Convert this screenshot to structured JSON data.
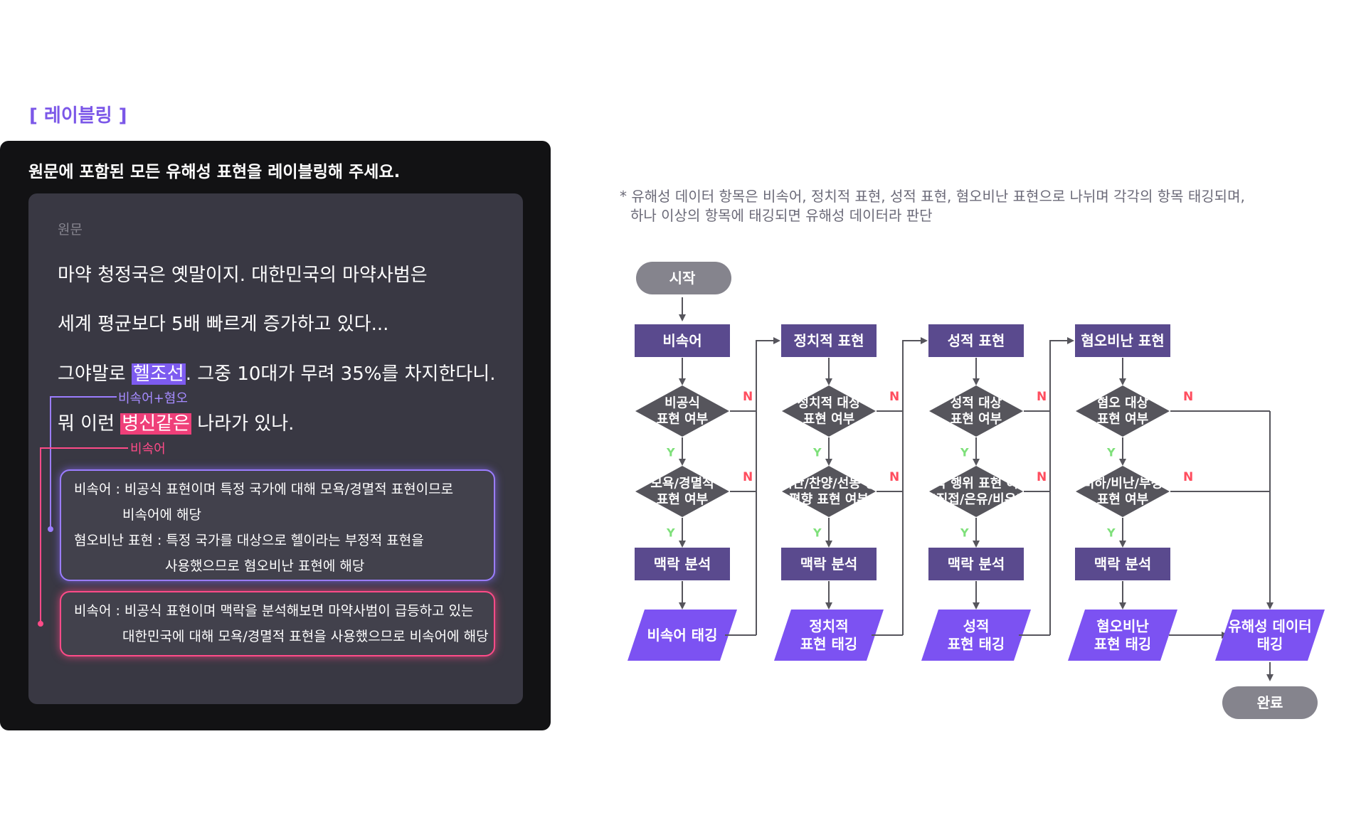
{
  "section_label": "[ 레이블링 ]",
  "instruction": "원문에 포함된 모든 유해성 표현을 레이블링해 주세요.",
  "original": {
    "label": "원문",
    "line1": "마약 청정국은 옛말이지. 대한민국의 마약사범은",
    "line2": "세계 평균보다 5배 빠르게 증가하고 있다...",
    "line3_pre": "그야말로 ",
    "line3_hl": "헬조선",
    "line3_post": ". 그중 10대가 무려 35%를 차지한다니.",
    "line4_pre": "뭐 이런 ",
    "line4_hl": "병신같은",
    "line4_post": " 나라가 있나."
  },
  "tags": {
    "tag1": "비속어+혐오",
    "tag2": "비속어"
  },
  "explanations": {
    "box1_line1": "비속어 : 비공식 표현이며 특정 국가에 대해 모욕/경멸적 표현이므로",
    "box1_line2": "비속어에 해당",
    "box1_line3": "혐오비난 표현 : 특정 국가를 대상으로 헬이라는 부정적 표현을",
    "box1_line4": "사용했으므로 혐오비난 표현에 해당",
    "box2_line1": "비속어 : 비공식 표현이며 맥락을 분석해보면 마약사범이 급등하고 있는",
    "box2_line2": "대한민국에 대해 모욕/경멸적 표현을 사용했으므로 비속어에 해당"
  },
  "note": {
    "line1": "* 유해성 데이터 항목은 비속어, 정치적 표현, 성적 표현, 혐오비난 표현으로 나뉘며 각각의 항목 태깅되며,",
    "line2": "하나 이상의 항목에 태깅되면 유해성 데이터라 판단"
  },
  "flowchart": {
    "start": "시작",
    "end": "완료",
    "final_tag": [
      "유해성 데이터",
      "태깅"
    ],
    "yes_label": "Y",
    "no_label": "N",
    "columns": [
      {
        "category": "비속어",
        "q1": [
          "비공식",
          "표현 여부"
        ],
        "q2": [
          "모욕/경멸적",
          "표현 여부"
        ],
        "analysis": "맥락 분석",
        "tag": [
          "비속어 태깅"
        ]
      },
      {
        "category": "정치적 표현",
        "q1": [
          "정치적 대상",
          "표현 여부"
        ],
        "q2": [
          "비난/찬양/선동 등",
          "편향 표현 여부"
        ],
        "analysis": "맥락 분석",
        "tag": [
          "정치적",
          "표현 태깅"
        ]
      },
      {
        "category": "성적 표현",
        "q1": [
          "성적 대상",
          "표현 여부"
        ],
        "q2": [
          "성적 행위 표현 여부",
          "(직접/은유/비유)"
        ],
        "analysis": "맥락 분석",
        "tag": [
          "성적",
          "표현 태깅"
        ]
      },
      {
        "category": "혐오비난 표현",
        "q1": [
          "혐오 대상",
          "표현 여부"
        ],
        "q2": [
          "비하/비난/부정",
          "표현 여부"
        ],
        "analysis": "맥락 분석",
        "tag": [
          "혐오비난",
          "표현 태깅"
        ]
      }
    ]
  },
  "colors": {
    "category_box": "#5a4a8e",
    "diamond": "#56555c",
    "pill": "#85848d",
    "tag_parallelogram": "#7c52f2",
    "yes": "#7ee07a",
    "no": "#ff4d5e",
    "arrow": "#56555c"
  }
}
